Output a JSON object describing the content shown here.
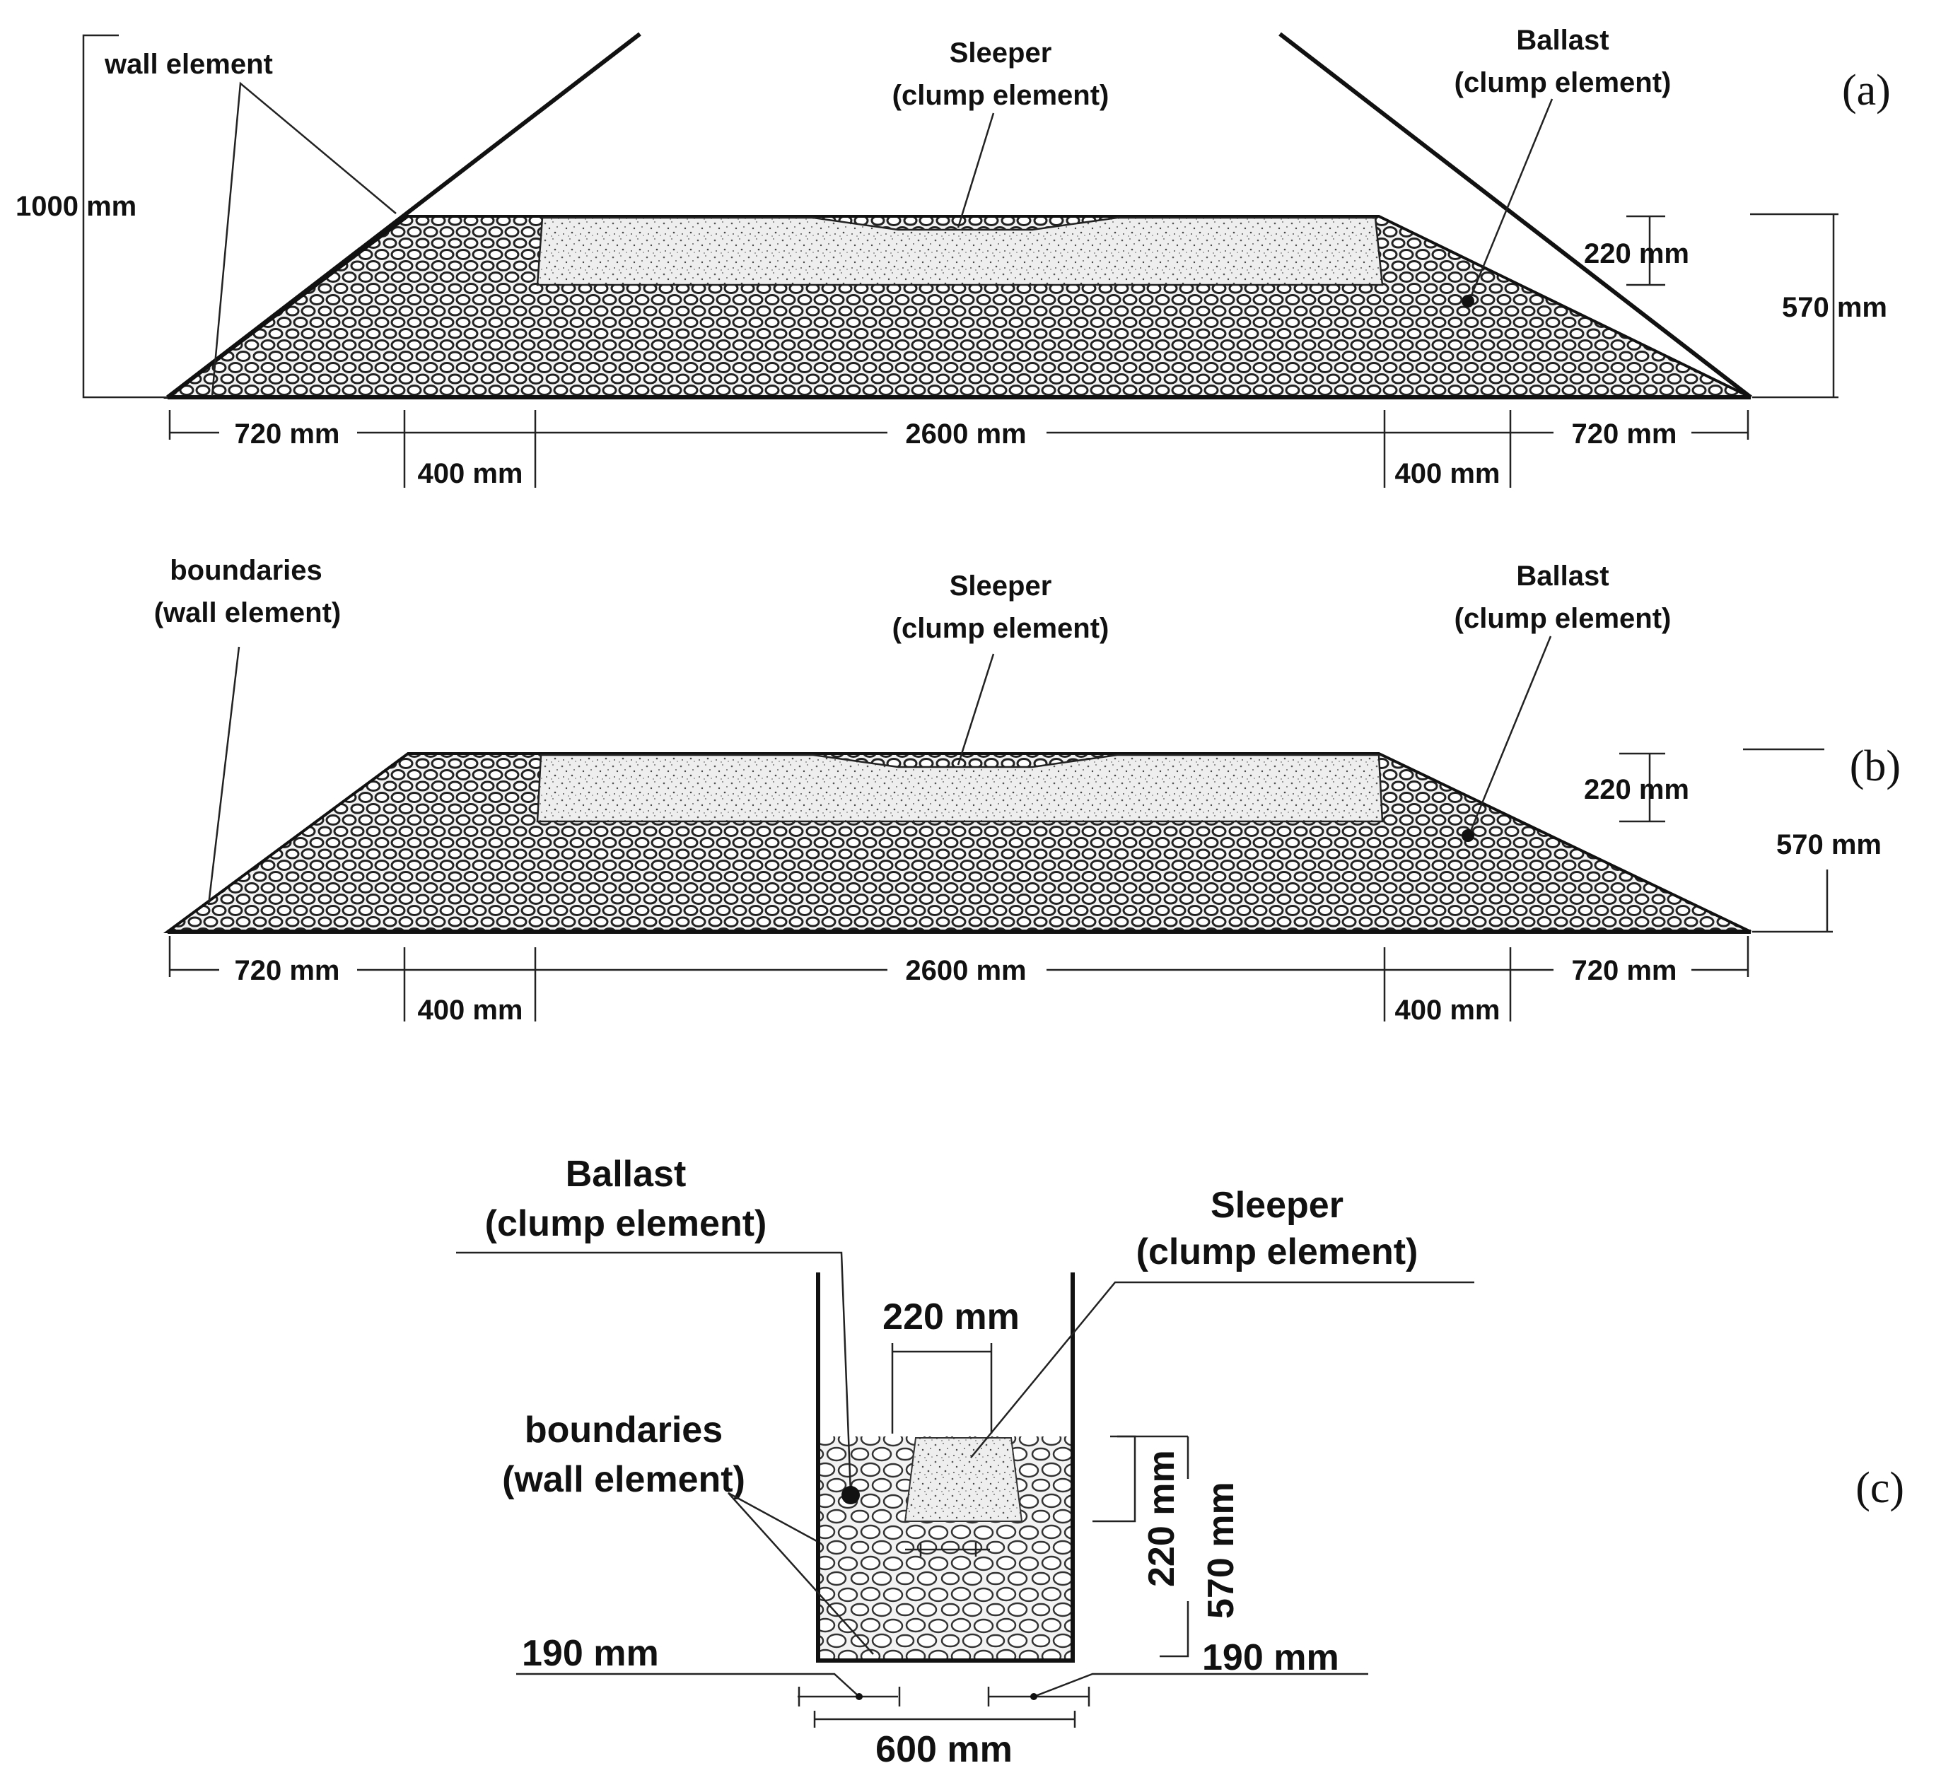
{
  "colors": {
    "ink": "#111111",
    "ballast_fill": "#f2f2f2",
    "sleeper_fill": "#ececec",
    "background": "#ffffff"
  },
  "panel_a": {
    "panel_label": "(a)",
    "wall_label": "wall element",
    "height_label": "1000 mm",
    "sleeper_label_line1": "Sleeper",
    "sleeper_label_line2": "(clump element)",
    "ballast_label_line1": "Ballast",
    "ballast_label_line2": "(clump element)",
    "dim_sleeper_height": "220 mm",
    "dim_total_height": "570 mm",
    "dim_left_slope": "720 mm",
    "dim_left_shoulder": "400 mm",
    "dim_sleeper_length": "2600 mm",
    "dim_right_shoulder": "400 mm",
    "dim_right_slope": "720 mm"
  },
  "panel_b": {
    "panel_label": "(b)",
    "boundaries_label_line1": "boundaries",
    "boundaries_label_line2": "(wall element)",
    "sleeper_label_line1": "Sleeper",
    "sleeper_label_line2": "(clump element)",
    "ballast_label_line1": "Ballast",
    "ballast_label_line2": "(clump element)",
    "dim_sleeper_height": "220 mm",
    "dim_total_height": "570 mm",
    "dim_left_slope": "720 mm",
    "dim_left_shoulder": "400 mm",
    "dim_sleeper_length": "2600 mm",
    "dim_right_shoulder": "400 mm",
    "dim_right_slope": "720 mm"
  },
  "panel_c": {
    "panel_label": "(c)",
    "ballast_label_line1": "Ballast",
    "ballast_label_line2": "(clump element)",
    "sleeper_label_line1": "Sleeper",
    "sleeper_label_line2": "(clump element)",
    "boundaries_label_line1": "boundaries",
    "boundaries_label_line2": "(wall element)",
    "dim_sleeper_width": "220 mm",
    "dim_sleeper_height": "220 mm",
    "dim_total_height": "570 mm",
    "dim_left_offset": "190 mm",
    "dim_right_offset": "190 mm",
    "dim_box_width": "600 mm"
  }
}
